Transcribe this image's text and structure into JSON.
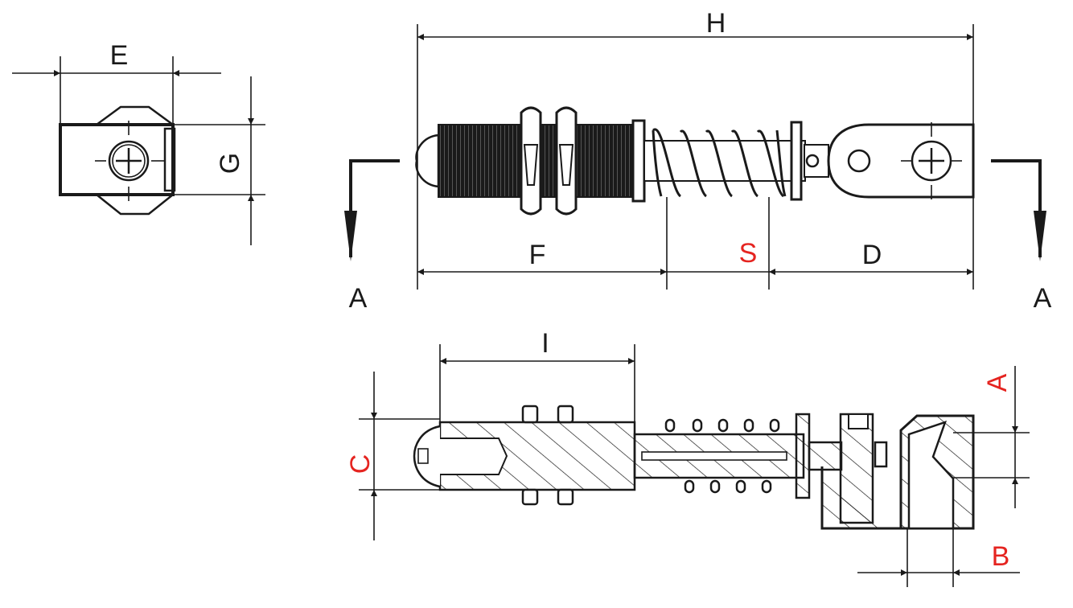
{
  "labels": {
    "E": "E",
    "G": "G",
    "H": "H",
    "F": "F",
    "S": "S",
    "D": "D",
    "I": "I",
    "C": "C",
    "A": "A",
    "B": "B",
    "section_left": "A",
    "section_right": "A"
  },
  "colors": {
    "line": "#1a1a1a",
    "highlight": "#e52420"
  }
}
